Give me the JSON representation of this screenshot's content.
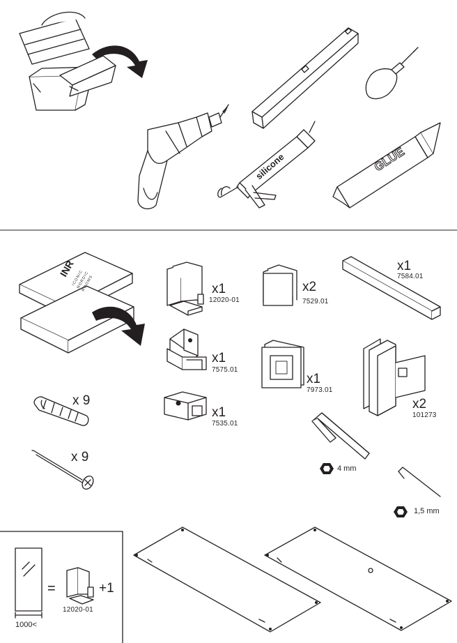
{
  "tools": {
    "silicone_text": "silicone",
    "glue_text": "GLUE"
  },
  "box": {
    "logo": "INR",
    "brand_lines": [
      "ICONIC",
      "NORDIC",
      "ROOMS"
    ]
  },
  "parts": [
    {
      "qty": "x1",
      "code": "12020-01"
    },
    {
      "qty": "x2",
      "code": "7529.01"
    },
    {
      "qty": "x1",
      "code": "7584.01"
    },
    {
      "qty": "x1",
      "code": "7575.01"
    },
    {
      "qty": "x1",
      "code": "7973.01"
    },
    {
      "qty": "x2",
      "code": "101273"
    },
    {
      "qty": "x1",
      "code": "7535.01"
    }
  ],
  "fasteners": [
    {
      "qty": "x 9"
    },
    {
      "qty": "x 9"
    }
  ],
  "hex_keys": [
    {
      "size": "4 mm"
    },
    {
      "size": "1,5 mm"
    }
  ],
  "note": {
    "dimension": "1000<",
    "equals": "=",
    "plus": "+1",
    "code": "12020-01"
  },
  "colors": {
    "ink": "#231f20",
    "background": "#ffffff"
  }
}
